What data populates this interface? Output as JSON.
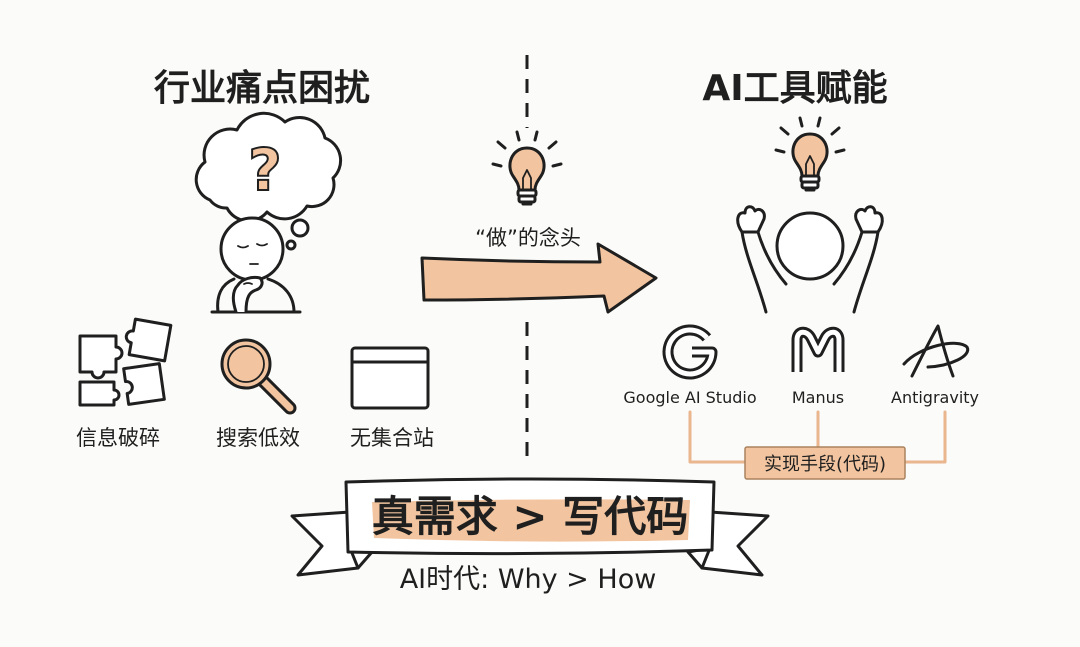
{
  "left_panel": {
    "title": "行业痛点困扰",
    "thought_mark": "?",
    "figure_icon": "thinking-person-icon",
    "pain_points": [
      {
        "label": "信息破碎",
        "icon": "puzzle-pieces-icon"
      },
      {
        "label": "搜索低效",
        "icon": "magnifying-glass-icon"
      },
      {
        "label": "无集合站",
        "icon": "empty-window-icon"
      }
    ]
  },
  "middle": {
    "arrow_label": "“做”的念头",
    "icon": "lightbulb-icon"
  },
  "right_panel": {
    "title": "AI工具赋能",
    "figure_icon": "cheering-person-icon",
    "idea_icon": "lightbulb-icon",
    "tools": [
      {
        "label": "Google AI Studio",
        "icon": "google-logo-icon"
      },
      {
        "label": "Manus",
        "icon": "manus-logo-icon"
      },
      {
        "label": "Antigravity",
        "icon": "antigravity-logo-icon"
      }
    ],
    "bracket_label": "实现手段(代码)"
  },
  "banner": {
    "main_text": "真需求 > 写代码",
    "subtitle": "AI时代: Why > How"
  },
  "colors": {
    "ink": "#1f1f1f",
    "accent": "#f2c5a0",
    "background": "#fbfbf9",
    "bracket_line": "#e9b68e"
  }
}
